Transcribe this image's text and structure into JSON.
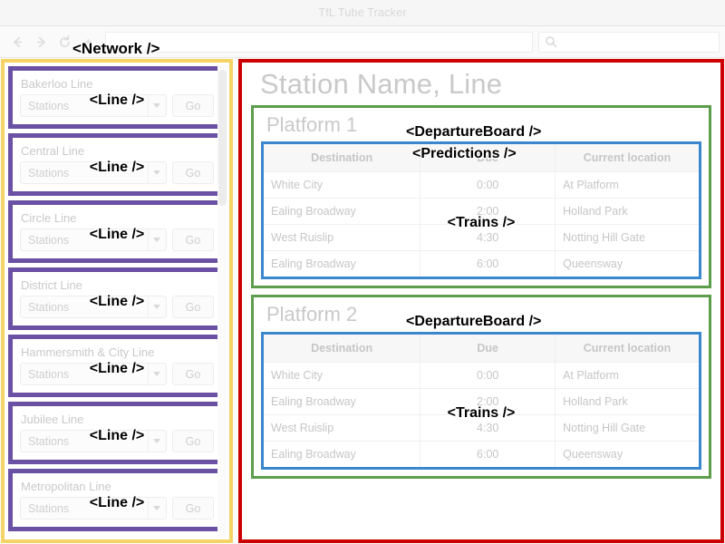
{
  "window": {
    "title": "TfL Tube Tracker"
  },
  "toolbar": {
    "back_icon": "arrow-left-icon",
    "forward_icon": "arrow-right-icon",
    "reload_icon": "reload-icon",
    "home_icon": "home-up-icon",
    "url_value": "",
    "url_placeholder": "",
    "search_value": "",
    "search_placeholder": "",
    "search_icon": "search-icon"
  },
  "tags": {
    "network": "<Network />",
    "line": "<Line />",
    "predictions": "<Predictions />",
    "departure_board": "<DepartureBoard />",
    "trains": "<Trains />"
  },
  "network": {
    "border_color": "#f6d365",
    "card_border_color": "#6a51a3",
    "lines": [
      {
        "name": "Bakerloo Line",
        "select_value": "Stations",
        "go_label": "Go"
      },
      {
        "name": "Central Line",
        "select_value": "Stations",
        "go_label": "Go"
      },
      {
        "name": "Circle Line",
        "select_value": "Stations",
        "go_label": "Go"
      },
      {
        "name": "District Line",
        "select_value": "Stations",
        "go_label": "Go"
      },
      {
        "name": "Hammersmith & City Line",
        "select_value": "Stations",
        "go_label": "Go"
      },
      {
        "name": "Jubilee Line",
        "select_value": "Stations",
        "go_label": "Go"
      },
      {
        "name": "Metropolitan Line",
        "select_value": "Stations",
        "go_label": "Go"
      }
    ]
  },
  "predictions": {
    "border_color": "#cc0000",
    "board_border_color": "#5c9e4b",
    "table_border_color": "#3a87cd",
    "station_heading": "Station Name, Line",
    "columns": [
      "Destination",
      "Due",
      "Current location"
    ],
    "boards": [
      {
        "platform": "Platform 1",
        "trains": [
          {
            "destination": "White City",
            "due": "0:00",
            "location": "At Platform"
          },
          {
            "destination": "Ealing Broadway",
            "due": "2:00",
            "location": "Holland Park"
          },
          {
            "destination": "West Ruislip",
            "due": "4:30",
            "location": "Notting Hill Gate"
          },
          {
            "destination": "Ealing Broadway",
            "due": "6:00",
            "location": "Queensway"
          }
        ]
      },
      {
        "platform": "Platform 2",
        "trains": [
          {
            "destination": "White City",
            "due": "0:00",
            "location": "At Platform"
          },
          {
            "destination": "Ealing Broadway",
            "due": "2:00",
            "location": "Holland Park"
          },
          {
            "destination": "West Ruislip",
            "due": "4:30",
            "location": "Notting Hill Gate"
          },
          {
            "destination": "Ealing Broadway",
            "due": "6:00",
            "location": "Queensway"
          }
        ]
      }
    ]
  }
}
